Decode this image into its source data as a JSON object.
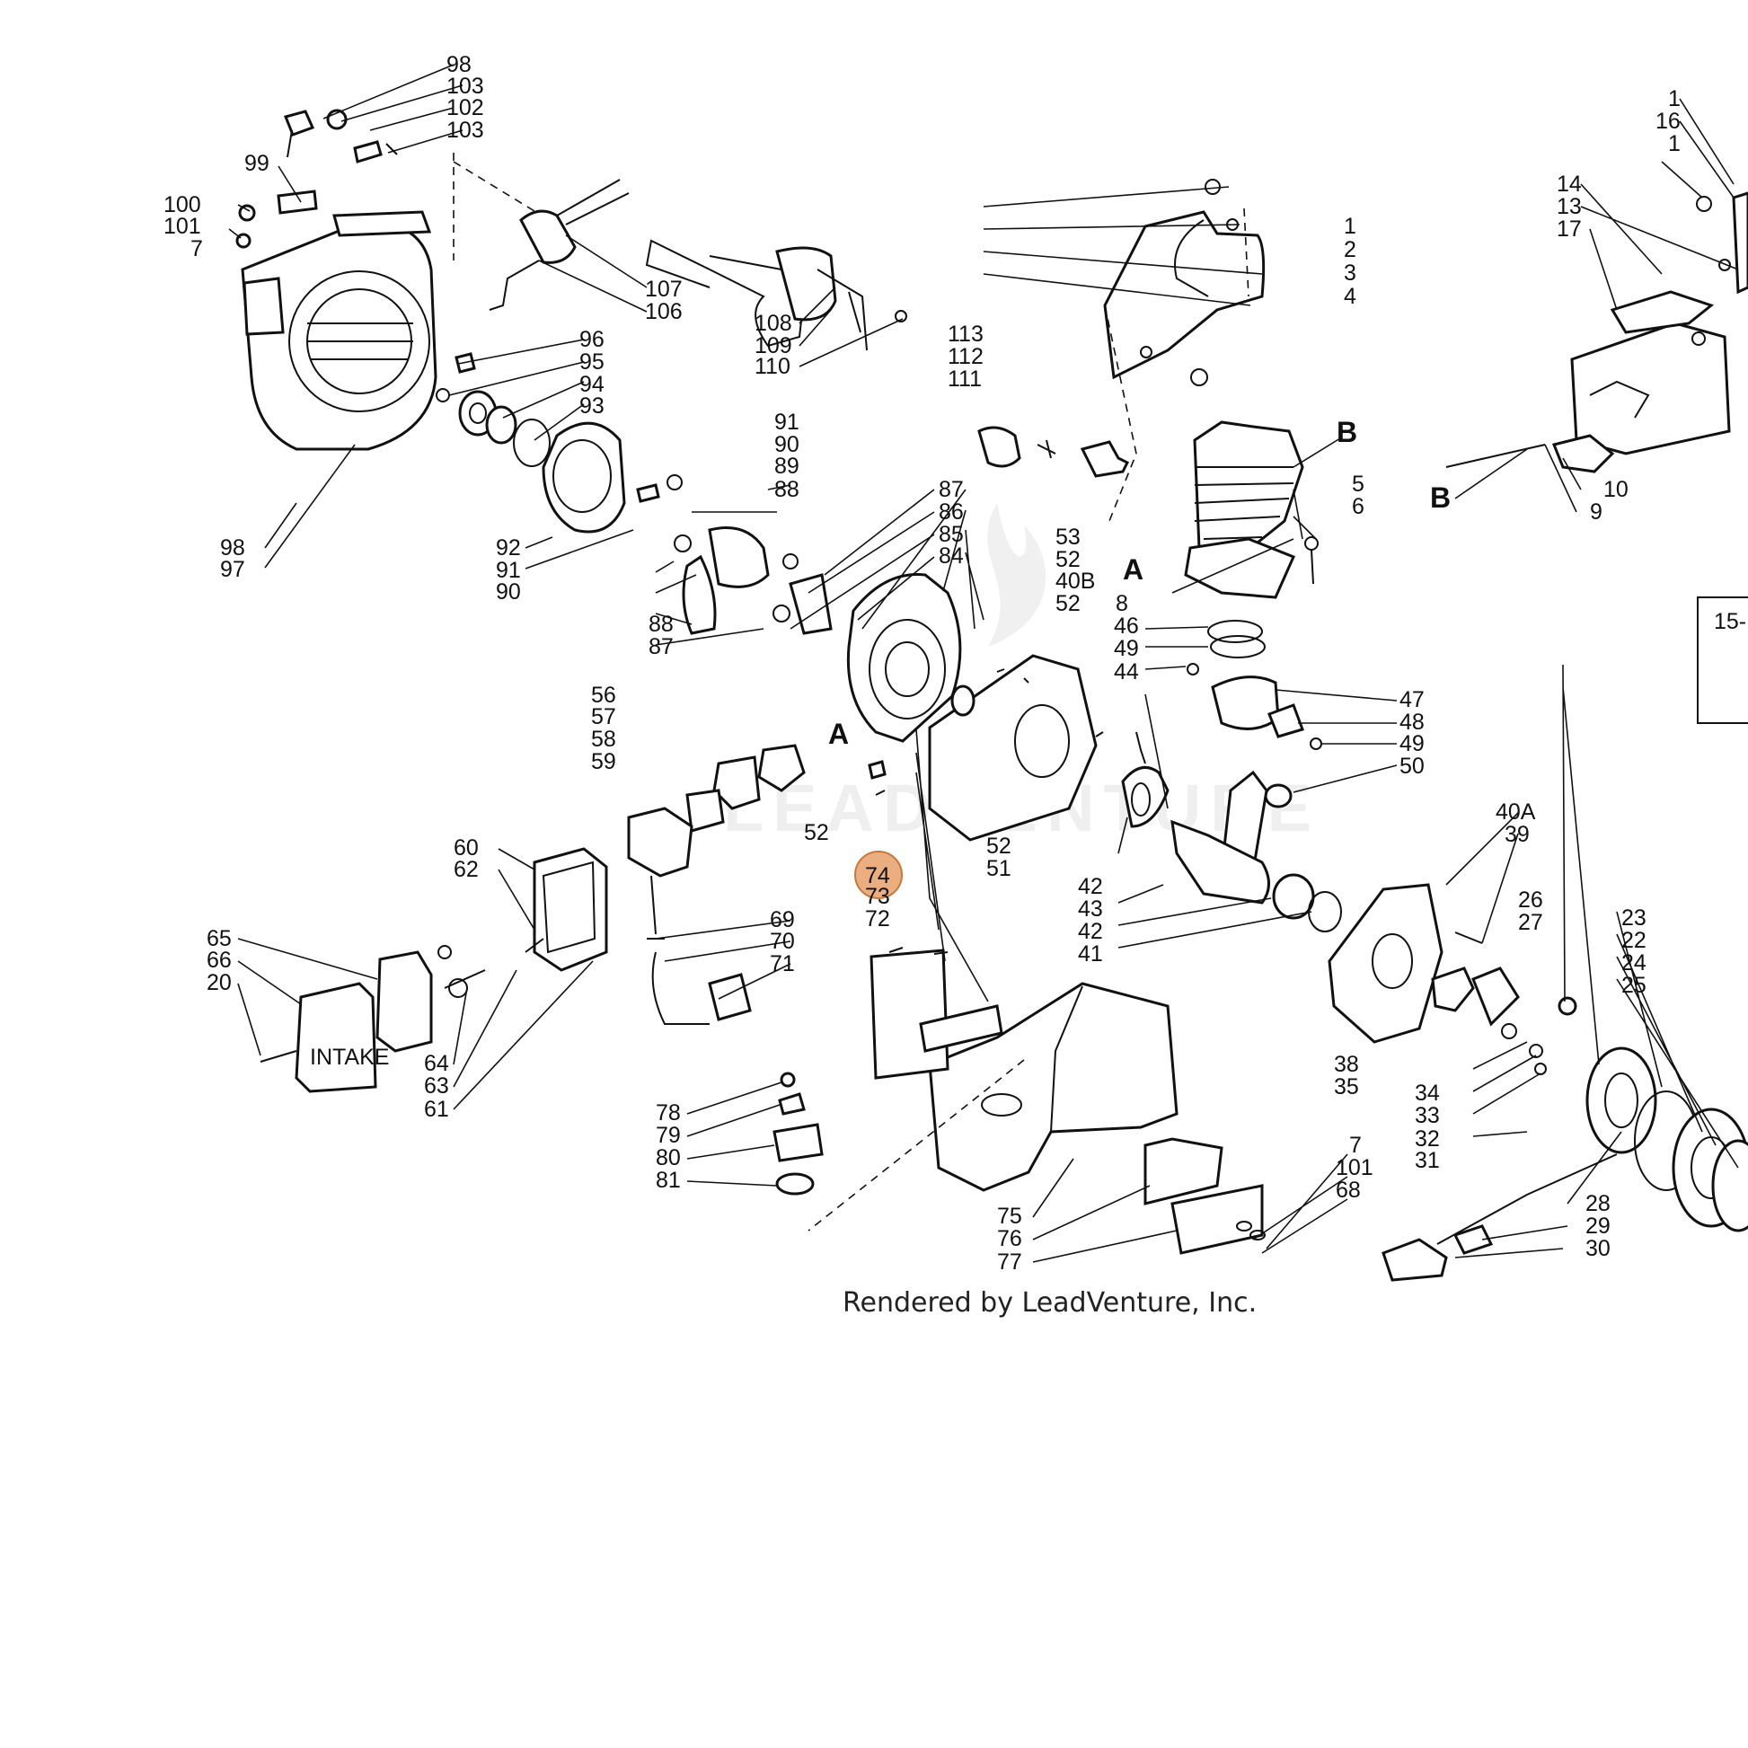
{
  "diagram": {
    "credit": "Rendered by LeadVenture, Inc.",
    "watermark": "LEADVENTURE",
    "highlight_color": "#e8a06a",
    "highlighted_callout": "74",
    "section_letters": [
      "A",
      "A",
      "B",
      "B"
    ],
    "inset_label": "15-",
    "tank_text": "INTAKE",
    "callouts": [
      "98",
      "103",
      "102",
      "103",
      "99",
      "100",
      "101",
      "7",
      "107",
      "106",
      "108",
      "109",
      "110",
      "96",
      "95",
      "94",
      "93",
      "98",
      "97",
      "92",
      "91",
      "90",
      "91",
      "90",
      "89",
      "88",
      "88",
      "87",
      "113",
      "112",
      "111",
      "1",
      "2",
      "3",
      "4",
      "5",
      "6",
      "8",
      "87",
      "86",
      "85",
      "84",
      "53",
      "52",
      "40B",
      "52",
      "46",
      "49",
      "44",
      "47",
      "48",
      "49",
      "50",
      "56",
      "57",
      "58",
      "59",
      "52",
      "52",
      "51",
      "42",
      "43",
      "42",
      "41",
      "40A",
      "39",
      "60",
      "62",
      "65",
      "66",
      "20",
      "64",
      "63",
      "61",
      "74",
      "73",
      "72",
      "69",
      "70",
      "71",
      "78",
      "79",
      "80",
      "81",
      "75",
      "76",
      "77",
      "7",
      "101",
      "68",
      "26",
      "27",
      "23",
      "22",
      "24",
      "25",
      "38",
      "35",
      "34",
      "33",
      "32",
      "31",
      "28",
      "29",
      "30",
      "1",
      "16",
      "1",
      "14",
      "13",
      "17",
      "10",
      "9"
    ]
  }
}
